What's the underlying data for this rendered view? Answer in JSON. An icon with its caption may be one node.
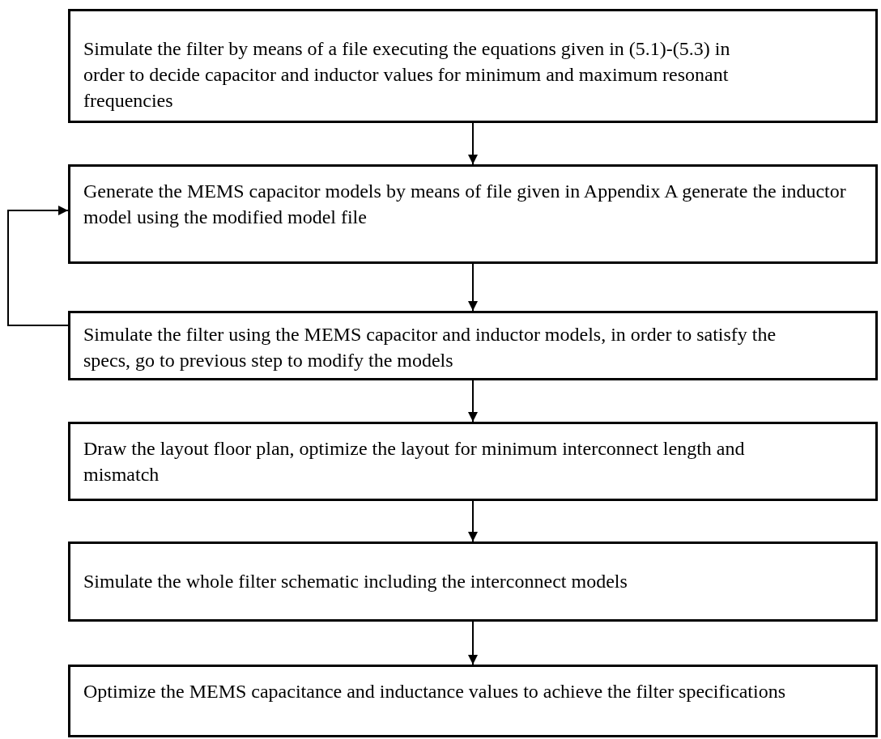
{
  "diagram": {
    "nodes": [
      {
        "text": [
          "Simulate the filter by means of a file executing the equations given in (5.1)-(5.3) in order to decide capacitor and inductor values for minimum and maximum resonant frequencies"
        ]
      },
      {
        "text": [
          "Generate the MEMS capacitor models by means of file given in Appendix A generate the inductor model using the modified model file"
        ]
      },
      {
        "text": [
          "Simulate the filter using the MEMS capacitor and inductor models, in order to satisfy the specs, go to previous step to modify the models"
        ]
      },
      {
        "text": [
          "Draw the layout floor plan, optimize the layout for minimum interconnect length and mismatch"
        ]
      },
      {
        "text": [
          "Simulate the whole filter schematic including the interconnect models"
        ]
      },
      {
        "text": [
          "Optimize the MEMS capacitance and inductance values to achieve the filter specifications"
        ]
      }
    ],
    "edges": [
      {
        "from": 0,
        "to": 1,
        "arrow": "to"
      },
      {
        "from": 1,
        "to": 2,
        "arrow": "to"
      },
      {
        "from": 2,
        "to": 1,
        "arrow": "to"
      },
      {
        "from": 2,
        "to": 3,
        "arrow": "to"
      },
      {
        "from": 3,
        "to": 4,
        "arrow": "to"
      },
      {
        "from": 4,
        "to": 5,
        "arrow": "to"
      }
    ]
  }
}
